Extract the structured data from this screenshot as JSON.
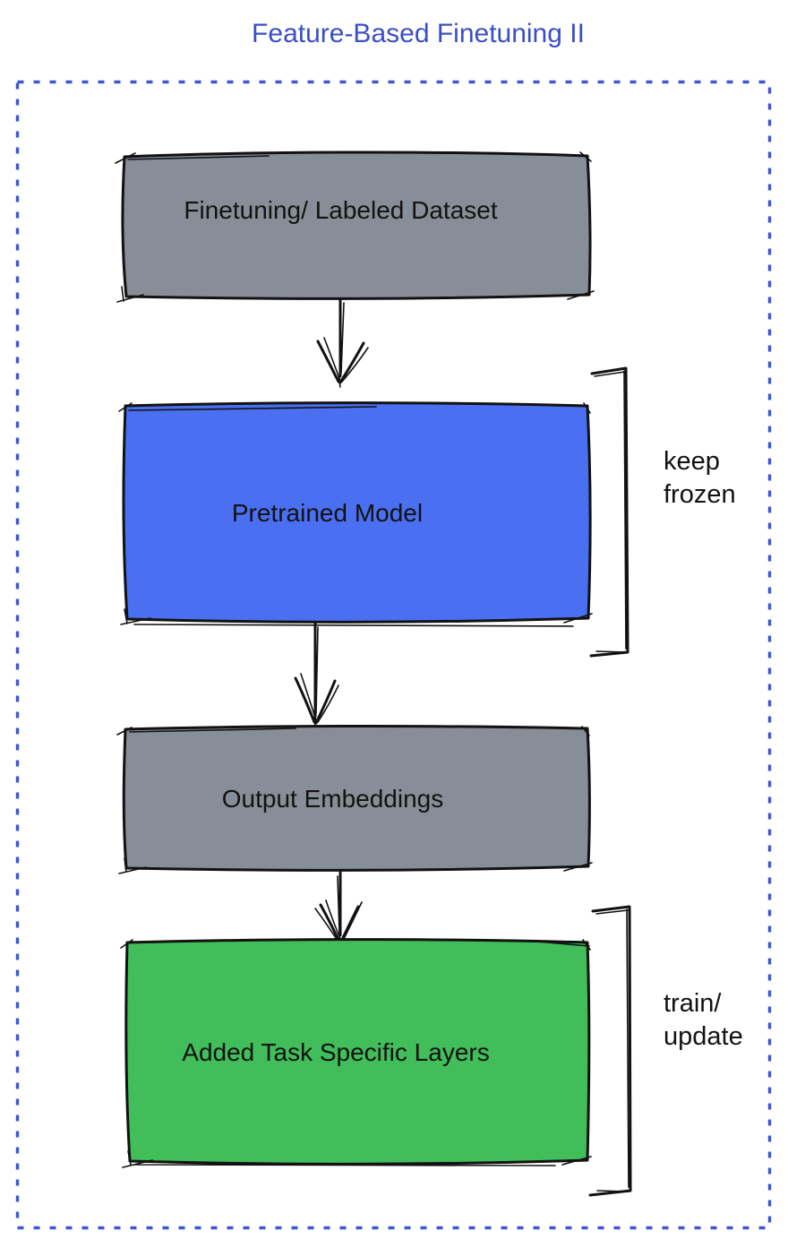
{
  "title": "Feature-Based Finetuning II",
  "palette": {
    "title_blue": "#3B4FC6",
    "frame_blue": "#3E57CE",
    "box_gray": "#878E97",
    "box_blue": "#4A6FF0",
    "box_green": "#41BD5A",
    "ink": "#121212",
    "label_text": "#121212"
  },
  "diagram": {
    "nodes": [
      {
        "id": "dataset",
        "label": "Finetuning/ Labeled Dataset",
        "color": "gray"
      },
      {
        "id": "pretrained-model",
        "label": "Pretrained Model",
        "color": "blue"
      },
      {
        "id": "output-embeddings",
        "label": "Output Embeddings",
        "color": "gray"
      },
      {
        "id": "task-layers",
        "label": "Added Task Specific Layers",
        "color": "green"
      }
    ],
    "flow": [
      {
        "from": "dataset",
        "to": "pretrained-model"
      },
      {
        "from": "pretrained-model",
        "to": "output-embeddings"
      },
      {
        "from": "output-embeddings",
        "to": "task-layers"
      }
    ],
    "annotations": [
      {
        "target": "pretrained-model",
        "lines": [
          "keep",
          "frozen"
        ]
      },
      {
        "target": "task-layers",
        "lines": [
          "train/",
          "update"
        ]
      }
    ]
  }
}
